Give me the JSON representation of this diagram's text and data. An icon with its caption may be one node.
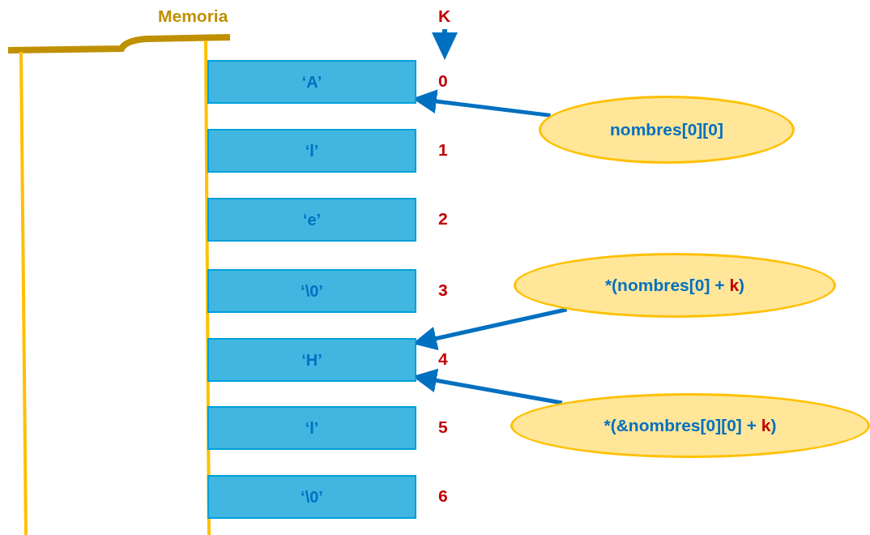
{
  "diagram": {
    "nodes": [
      {
        "text": [
          "‘A’"
        ]
      },
      {
        "text": [
          "‘l’"
        ]
      },
      {
        "text": [
          "‘e’"
        ]
      },
      {
        "text": [
          "‘\\0’"
        ]
      },
      {
        "text": [
          "‘H’"
        ]
      },
      {
        "text": [
          "‘l’"
        ]
      },
      {
        "text": [
          "‘\\0’"
        ]
      },
      {
        "text": [
          "nombres[0][0]"
        ]
      },
      {
        "text": [
          "*(nombres[0] + **k**)"
        ]
      },
      {
        "text": [
          "*(&nombres[0][0] + **k**)"
        ]
      }
    ],
    "edges": [
      {
        "from": 7,
        "to": 0,
        "arrow": "to"
      },
      {
        "from": 8,
        "to": 4,
        "arrow": "to"
      },
      {
        "from": 9,
        "to": 4,
        "arrow": "to"
      }
    ],
    "labels": [
      "Memoria",
      "K",
      "0",
      "1",
      "2",
      "3",
      "4",
      "5",
      "6"
    ]
  }
}
